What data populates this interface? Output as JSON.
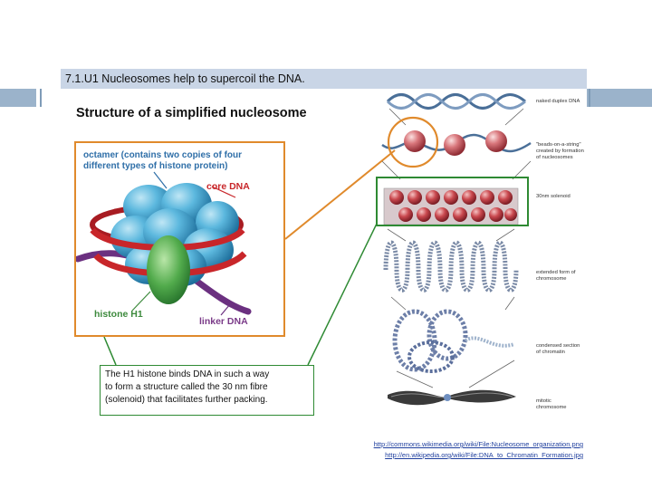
{
  "slide": {
    "title": "7.1.U1 Nucleosomes help to supercoil the DNA.",
    "structure_title": "Structure of a simplified nucleosome"
  },
  "nucleosome_labels": {
    "octamer_line1": "octamer (contains two copies of four",
    "octamer_line2": "different types of histone protein)",
    "core_dna": "core DNA",
    "histone_h1": "histone H1",
    "linker_dna": "linker DNA"
  },
  "caption": {
    "line1": "The H1 histone binds DNA in such a way",
    "line2": "to form a structure called the 30 nm fibre",
    "line3": "(solenoid) that facilitates further packing."
  },
  "chromatin_labels": {
    "naked_dna": "naked duplex DNA",
    "beads_1": "\"beads-on-a-string\"",
    "beads_2": "created by formation",
    "beads_3": "of nucleosomes",
    "solenoid": "30nm solenoid",
    "extended_1": "extended form of",
    "extended_2": "chromosome",
    "condensed_1": "condensed section",
    "condensed_2": "of chromatin",
    "mitotic_1": "mitotic",
    "mitotic_2": "chromosome"
  },
  "links": {
    "link1": "http://commons.wikimedia.org/wiki/File:Nucleosome_organization.png",
    "link2": "http://en.wikipedia.org/wiki/File:DNA_to_Chromatin_Formation.jpg"
  },
  "colors": {
    "title_bar": "#c9d5e6",
    "accent_bar": "#9bb3cb",
    "orange_frame": "#e08a2c",
    "green_frame": "#2e8a33",
    "histone_blue": "#4fb3dc",
    "core_dna_red": "#c8262a",
    "histone_green": "#4aa84a",
    "linker_purple": "#7a3a88"
  }
}
